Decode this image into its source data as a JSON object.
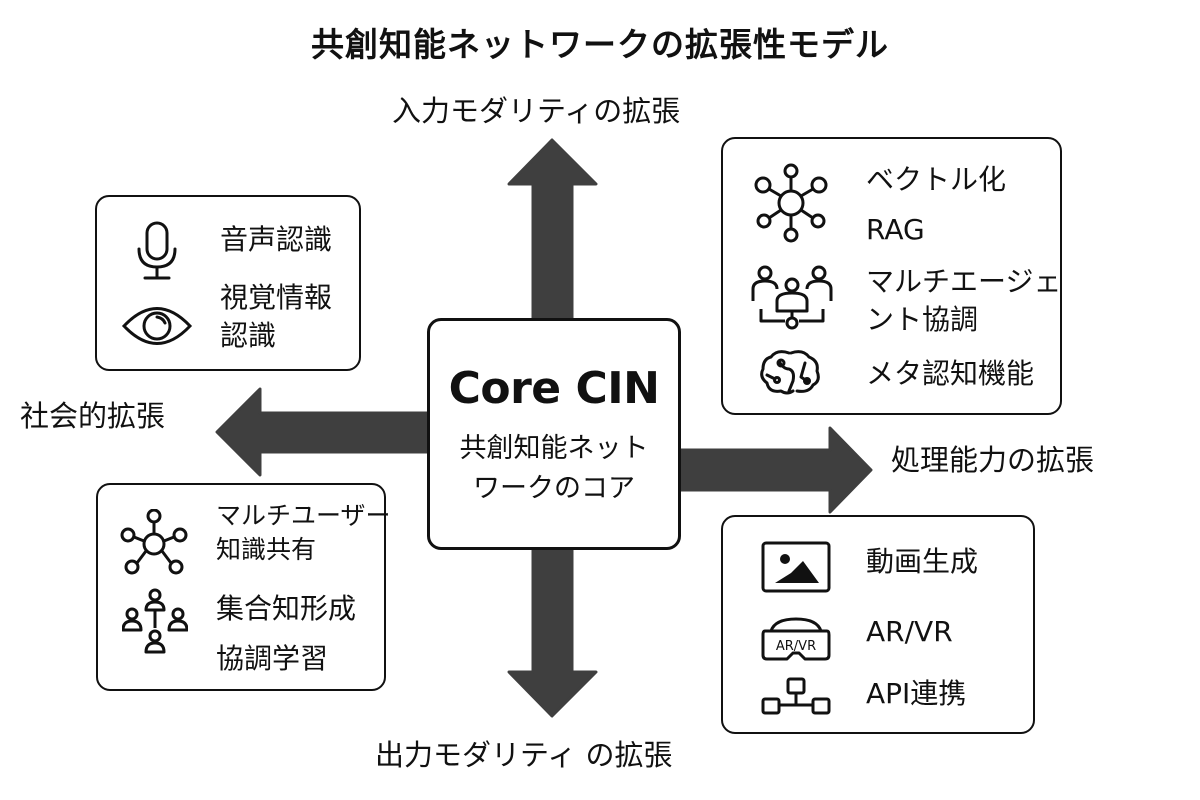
{
  "title": "共創知能ネットワークの拡張性モデル",
  "core": {
    "title": "Core CIN",
    "subtitle_line1": "共創知能ネット",
    "subtitle_line2": "ワークのコア"
  },
  "axes": {
    "up": "入力モダリティの拡張",
    "down": "出力モダリティ の拡張",
    "left": "社会的拡張",
    "right": "処理能力の拡張"
  },
  "colors": {
    "arrow": "#3f3f3f",
    "border": "#111111",
    "text": "#111111"
  },
  "boxes": {
    "input": {
      "items": [
        {
          "icon": "microphone-icon",
          "label": "音声認識"
        },
        {
          "icon": "eye-icon",
          "label_line1": "視覚情報",
          "label_line2": "認識"
        }
      ]
    },
    "processing": {
      "items": [
        {
          "icon": "network-hub-icon",
          "label": "ベクトル化"
        },
        {
          "icon": "",
          "label": "RAG"
        },
        {
          "icon": "multi-agent-icon",
          "label_line1": "マルチエージェ",
          "label_line2": "ント協調"
        },
        {
          "icon": "brain-circuit-icon",
          "label": "メタ認知機能"
        }
      ]
    },
    "social": {
      "items": [
        {
          "icon": "network-hub-icon",
          "label_line1": "マルチユーザー",
          "label_line2": "知識共有"
        },
        {
          "icon": "group-people-icon",
          "label": "集合知形成"
        },
        {
          "icon": "",
          "label": "協調学習"
        }
      ]
    },
    "output": {
      "items": [
        {
          "icon": "image-icon",
          "label": "動画生成"
        },
        {
          "icon": "vr-headset-icon",
          "label": "AR/VR",
          "icon_text": "AR/VR"
        },
        {
          "icon": "api-network-icon",
          "label": "API連携"
        }
      ]
    }
  }
}
